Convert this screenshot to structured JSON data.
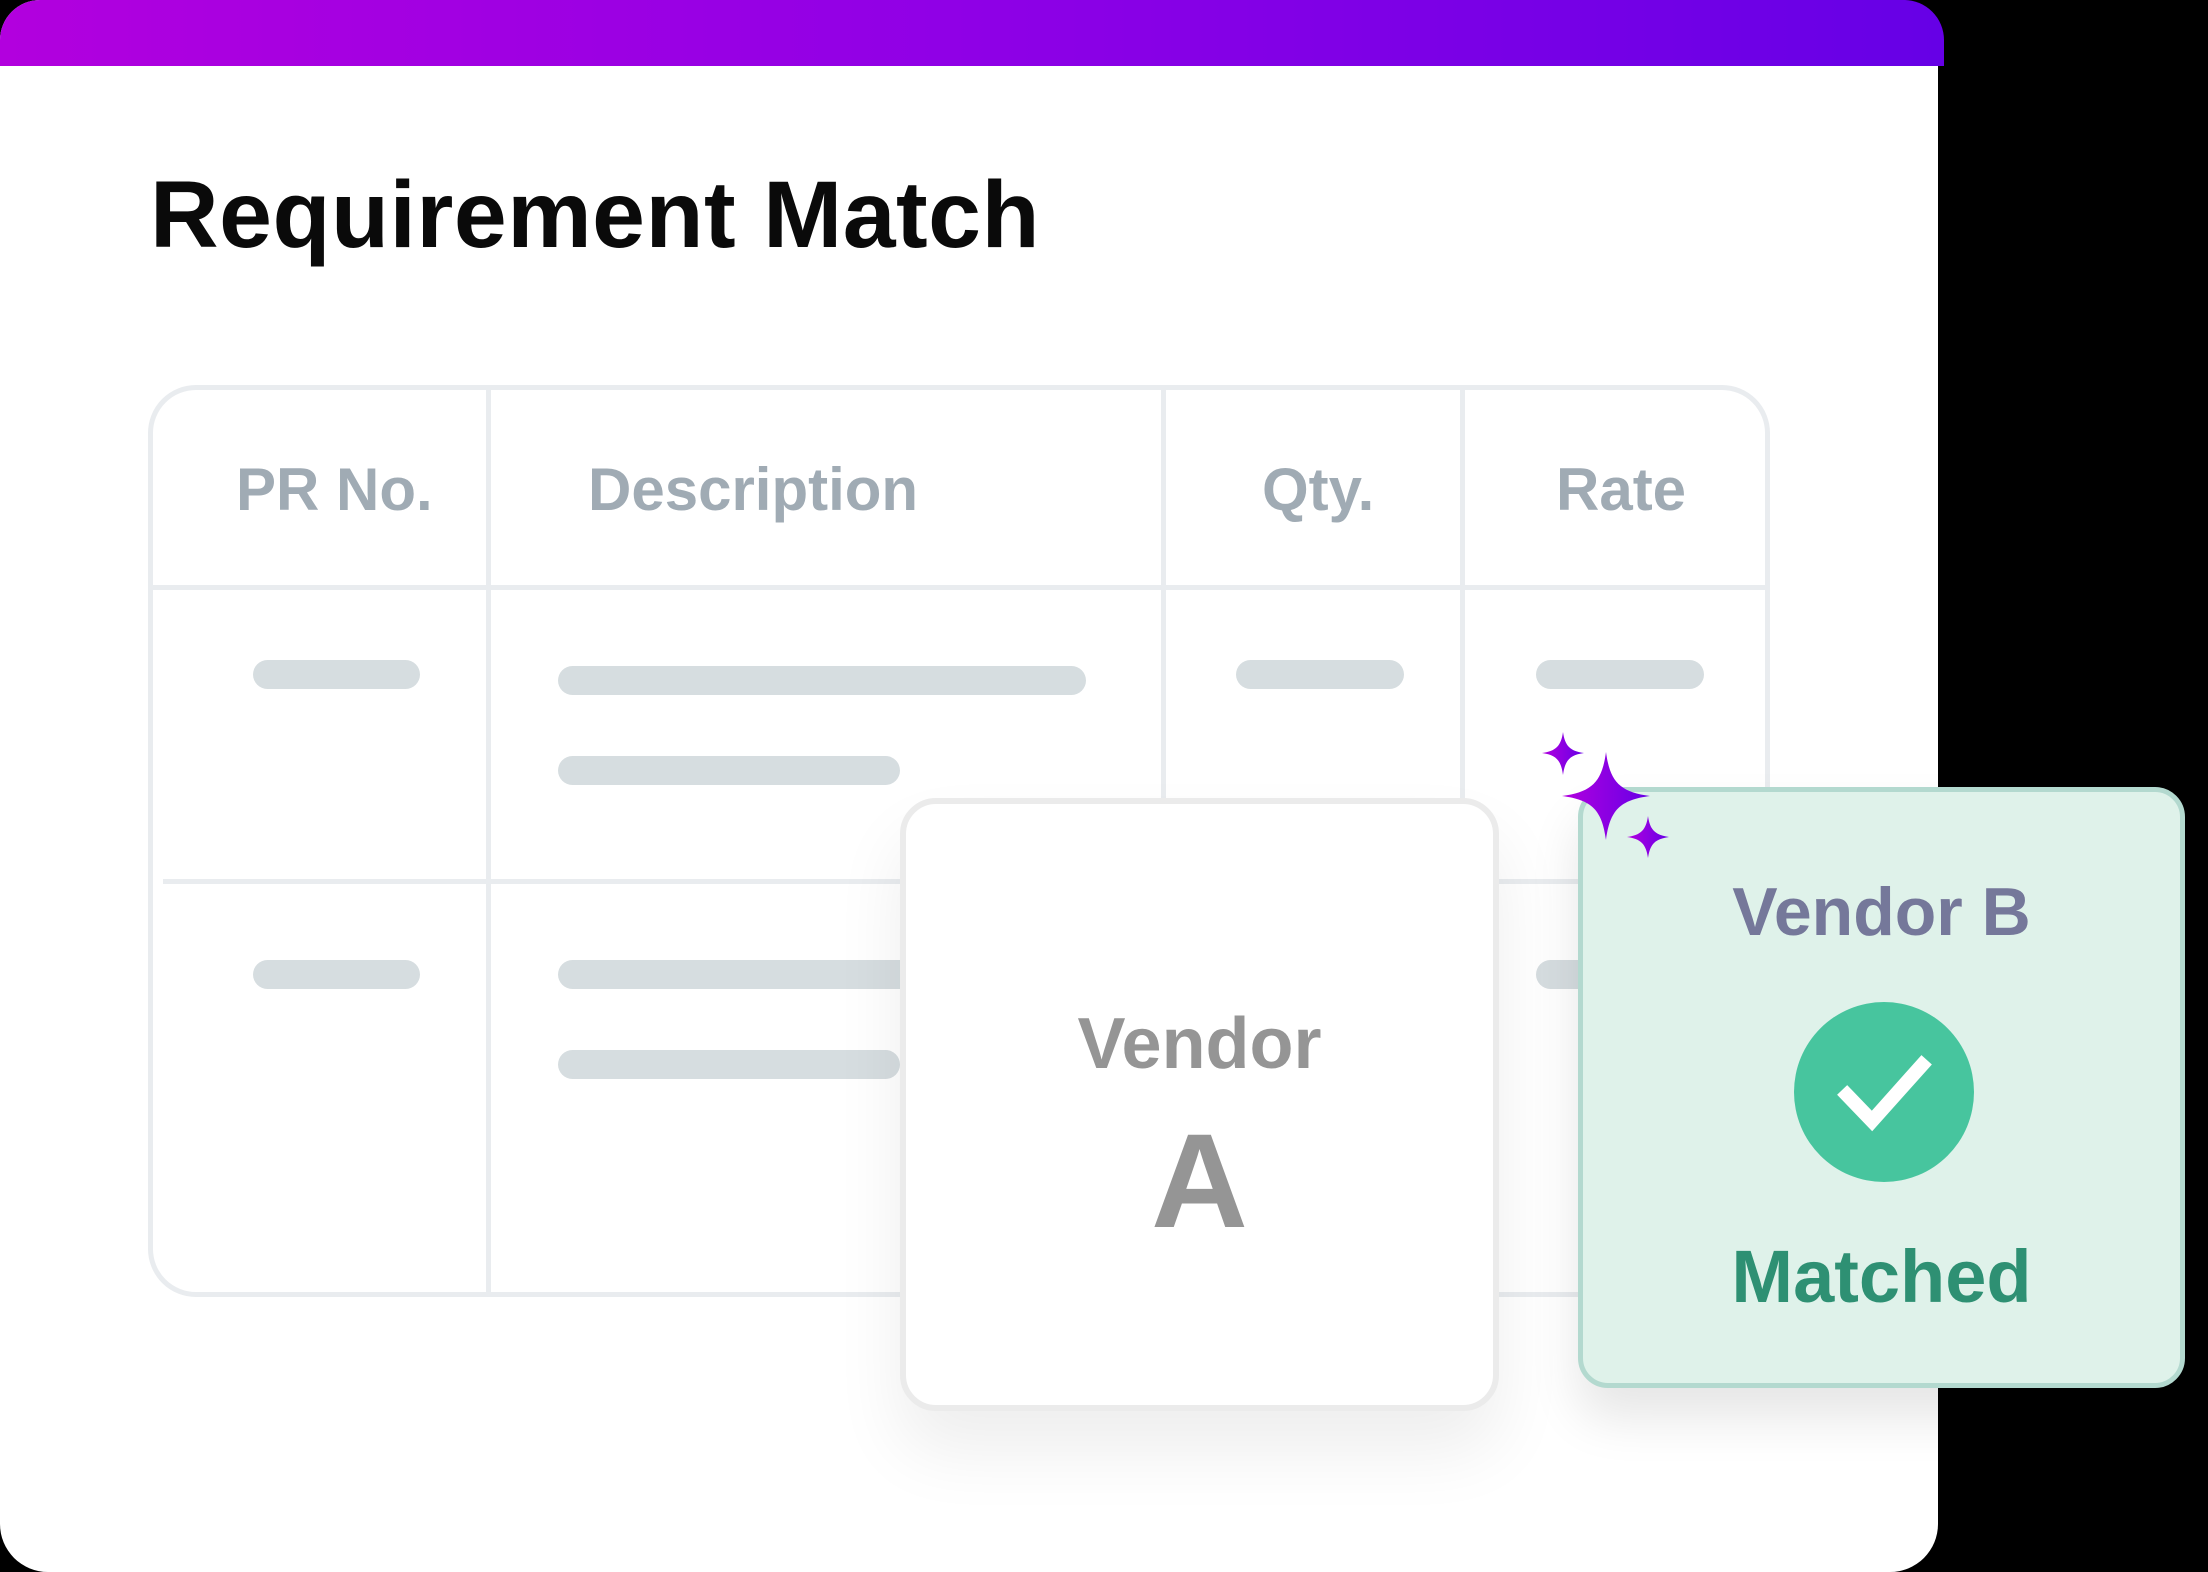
{
  "header": {
    "title": "Requirement Match",
    "gradient_colors": [
      "#b200de",
      "#6600e6"
    ]
  },
  "table": {
    "columns": [
      {
        "label": "PR No."
      },
      {
        "label": "Description"
      },
      {
        "label": "Qty."
      },
      {
        "label": "Rate"
      }
    ],
    "rows": [
      {
        "pr_no": "placeholder",
        "description": [
          "placeholder-long",
          "placeholder-short"
        ],
        "qty": "placeholder",
        "rate": "placeholder"
      },
      {
        "pr_no": "placeholder",
        "description": [
          "placeholder-long",
          "placeholder-short"
        ],
        "qty": "hidden",
        "rate": "placeholder"
      }
    ]
  },
  "vendor_a": {
    "label_line1": "Vendor",
    "label_line2": "A"
  },
  "vendor_b": {
    "label": "Vendor B",
    "status": "Matched",
    "status_icon": "check-icon",
    "status_color": "#2e9073",
    "accent_color": "#47c59e"
  },
  "decoration": {
    "icon": "sparkles-icon"
  }
}
